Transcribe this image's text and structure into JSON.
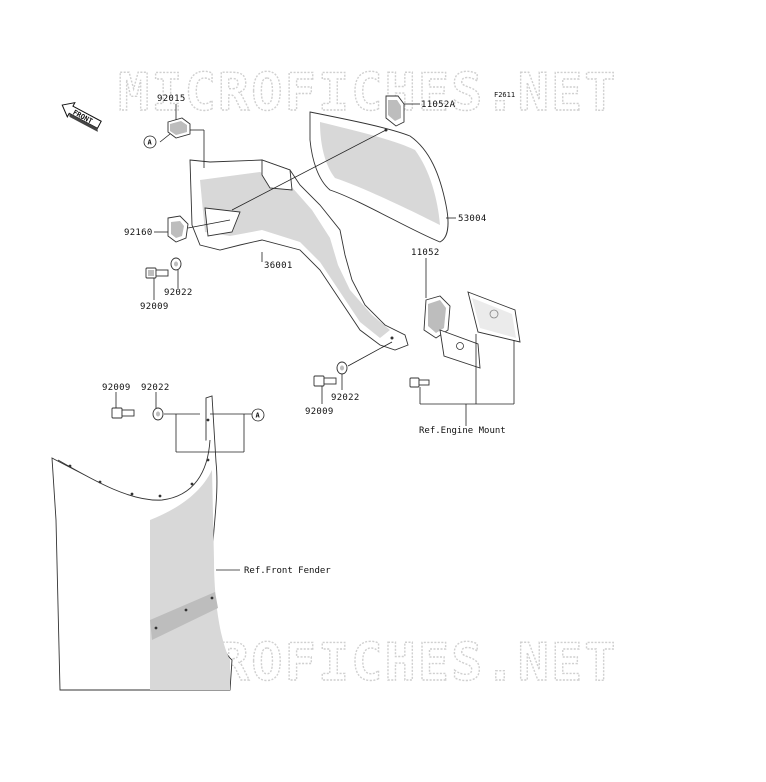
{
  "figure_code": "F2611",
  "front_indicator": "FRONT",
  "callout_letter": "A",
  "watermark": "MICROFICHES.NET",
  "parts": [
    {
      "id": "p92015",
      "number": "92015"
    },
    {
      "id": "p11052a",
      "number": "11052A"
    },
    {
      "id": "p53004",
      "number": "53004"
    },
    {
      "id": "p92160",
      "number": "92160"
    },
    {
      "id": "p92022a",
      "number": "92022"
    },
    {
      "id": "p92009a",
      "number": "92009"
    },
    {
      "id": "p36001",
      "number": "36001"
    },
    {
      "id": "p11052",
      "number": "11052"
    },
    {
      "id": "p92009b",
      "number": "92009"
    },
    {
      "id": "p92022b",
      "number": "92022"
    },
    {
      "id": "p92009c",
      "number": "92009"
    },
    {
      "id": "p92022c",
      "number": "92022"
    }
  ],
  "references": {
    "engine_mount": "Ref.Engine Mount",
    "front_fender": "Ref.Front Fender"
  }
}
